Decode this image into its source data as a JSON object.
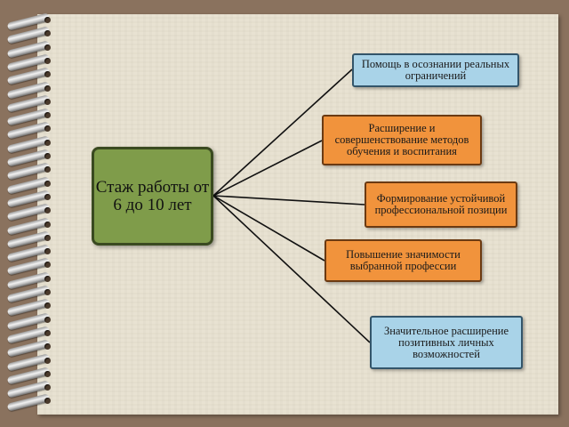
{
  "center": {
    "label": "Стаж работы от 6 до 10 лет"
  },
  "branches": [
    {
      "label": "Помощь в осознании реальных ограничений",
      "color": "blue"
    },
    {
      "label": "Расширение и совершенствование методов обучения и воспитания",
      "color": "orange"
    },
    {
      "label": "Формирование устойчивой профессиональной позиции",
      "color": "orange"
    },
    {
      "label": "Повышение значимости выбранной профессии",
      "color": "orange"
    },
    {
      "label": "Значительное расширение позитивных личных возможностей",
      "color": "blue"
    }
  ],
  "colors": {
    "blue": "#a9d3e8",
    "orange": "#f1933c",
    "green": "#7f9c4a",
    "background": "#8a725e",
    "paper": "#e8e2d2"
  }
}
